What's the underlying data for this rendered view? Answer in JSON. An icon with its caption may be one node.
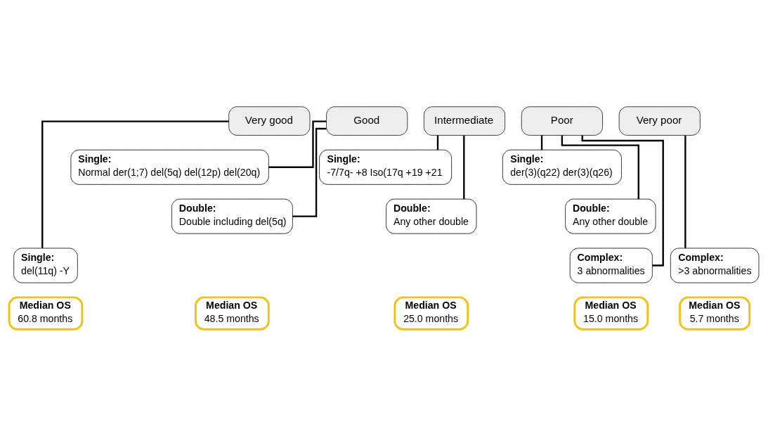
{
  "diagram": {
    "nodes": [
      {
        "text": [
          "Very good"
        ]
      },
      {
        "text": [
          "Single:",
          "del(11q) -Y"
        ]
      },
      {
        "text": [
          "Good"
        ]
      },
      {
        "text": [
          "Single:",
          "Normal der(1;7) del(5q) del(12p) del(20q)"
        ]
      },
      {
        "text": [
          "Double:",
          "Double including del(5q)"
        ]
      },
      {
        "text": [
          "Intermediate"
        ]
      },
      {
        "text": [
          "Single:",
          "-7/7q- +8 Iso(17q +19 +21"
        ]
      },
      {
        "text": [
          "Double:",
          "Any other double"
        ]
      },
      {
        "text": [
          "Poor"
        ]
      },
      {
        "text": [
          "Single:",
          "der(3)(q22) der(3)(q26)"
        ]
      },
      {
        "text": [
          "Double:",
          "Any other double"
        ]
      },
      {
        "text": [
          "Complex:",
          "3 abnormalities"
        ]
      },
      {
        "text": [
          "Very poor"
        ]
      },
      {
        "text": [
          "Complex:",
          ">3 abnormalities"
        ]
      },
      {
        "text": [
          "Median OS",
          "60.8 months"
        ]
      },
      {
        "text": [
          "Median OS",
          "48.5 months"
        ]
      },
      {
        "text": [
          "Median OS",
          "25.0 months"
        ]
      },
      {
        "text": [
          "Median OS",
          "15.0 months"
        ]
      },
      {
        "text": [
          "Median OS",
          "5.7 months"
        ]
      }
    ],
    "edges": [
      {
        "from": 0,
        "to": 1,
        "arrow": "none"
      },
      {
        "from": 2,
        "to": 3,
        "arrow": "none"
      },
      {
        "from": 2,
        "to": 4,
        "arrow": "none"
      },
      {
        "from": 5,
        "to": 6,
        "arrow": "none"
      },
      {
        "from": 5,
        "to": 7,
        "arrow": "none"
      },
      {
        "from": 8,
        "to": 9,
        "arrow": "none"
      },
      {
        "from": 8,
        "to": 10,
        "arrow": "none"
      },
      {
        "from": 8,
        "to": 11,
        "arrow": "none"
      },
      {
        "from": 12,
        "to": 13,
        "arrow": "none"
      }
    ]
  }
}
